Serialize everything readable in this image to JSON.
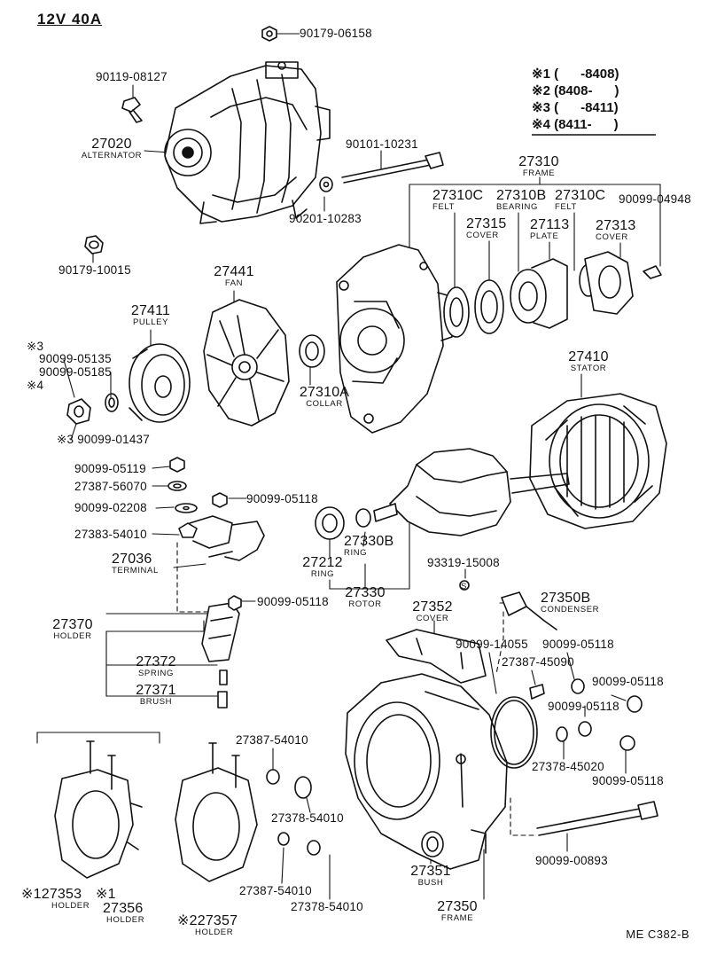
{
  "header": {
    "spec": "12V 40A",
    "code": "ME C382-B"
  },
  "ranges": [
    "※1 (      -8408)",
    "※2 (8408-      )",
    "※3 (      -8411)",
    "※4 (8411-      )"
  ],
  "parts": {
    "p9017906158": {
      "num": "90179-06158"
    },
    "p9011908127": {
      "num": "90119-08127"
    },
    "p27020": {
      "num": "27020",
      "name": "ALTERNATOR"
    },
    "p9010110231": {
      "num": "90101-10231"
    },
    "p9020110283": {
      "num": "90201-10283"
    },
    "p9017910015": {
      "num": "90179-10015"
    },
    "p27310": {
      "num": "27310",
      "name": "FRAME"
    },
    "p27310c_a": {
      "num": "27310C",
      "name": "FELT"
    },
    "p27310b": {
      "num": "27310B",
      "name": "BEARING"
    },
    "p27310c_b": {
      "num": "27310C",
      "name": "FELT"
    },
    "p9009904948": {
      "num": "90099-04948"
    },
    "p27315": {
      "num": "27315",
      "name": "COVER"
    },
    "p27113": {
      "num": "27113",
      "name": "PLATE"
    },
    "p27313": {
      "num": "27313",
      "name": "COVER"
    },
    "p27441": {
      "num": "27441",
      "name": "FAN"
    },
    "p27411": {
      "num": "27411",
      "name": "PULLEY"
    },
    "p9009905135": {
      "num": "90099-05135",
      "mark": "※3"
    },
    "p9009905185": {
      "num": "90099-05185",
      "mark": "※4"
    },
    "p9009901437": {
      "num": "90099-01437",
      "mark": "※3"
    },
    "p27310a": {
      "num": "27310A",
      "name": "COLLAR"
    },
    "p27410": {
      "num": "27410",
      "name": "STATOR"
    },
    "p9009905119": {
      "num": "90099-05119"
    },
    "p2738756070": {
      "num": "27387-56070"
    },
    "p9009905118_a": {
      "num": "90099-05118"
    },
    "p9009902208": {
      "num": "90099-02208"
    },
    "p2738354010": {
      "num": "27383-54010"
    },
    "p27036": {
      "num": "27036",
      "name": "TERMINAL"
    },
    "p27330b": {
      "num": "27330B",
      "name": "RING"
    },
    "p27212": {
      "num": "27212",
      "name": "RING"
    },
    "p27330": {
      "num": "27330",
      "name": "ROTOR"
    },
    "p9331915008": {
      "num": "93319-15008",
      "mark": "S"
    },
    "p27350b": {
      "num": "27350B",
      "name": "CONDENSER"
    },
    "p27370": {
      "num": "27370",
      "name": "HOLDER"
    },
    "p9009905118_b": {
      "num": "90099-05118"
    },
    "p27352": {
      "num": "27352",
      "name": "COVER"
    },
    "p9009914055": {
      "num": "90099-14055"
    },
    "p9009905118_c": {
      "num": "90099-05118"
    },
    "p2738745090": {
      "num": "27387-45090"
    },
    "p9009905118_d": {
      "num": "90099-05118"
    },
    "p9009905118_e": {
      "num": "90099-05118"
    },
    "p27372": {
      "num": "27372",
      "name": "SPRING"
    },
    "p27371": {
      "num": "27371",
      "name": "BRUSH"
    },
    "p2738754010_a": {
      "num": "27387-54010"
    },
    "p2737845020": {
      "num": "27378-45020"
    },
    "p9009905118_f": {
      "num": "90099-05118"
    },
    "p2737854010_a": {
      "num": "27378-54010"
    },
    "p2738754010_b": {
      "num": "27387-54010"
    },
    "p2737854010_b": {
      "num": "27378-54010"
    },
    "p9009900893": {
      "num": "90099-00893"
    },
    "p27351": {
      "num": "27351",
      "name": "BUSH"
    },
    "p27353": {
      "num": "27353",
      "name": "HOLDER",
      "mark": "※1"
    },
    "p27356": {
      "num": "27356",
      "name": "HOLDER",
      "mark": "※1"
    },
    "p27357": {
      "num": "27357",
      "name": "HOLDER",
      "mark": "※2"
    },
    "p27350": {
      "num": "27350",
      "name": "FRAME"
    }
  }
}
